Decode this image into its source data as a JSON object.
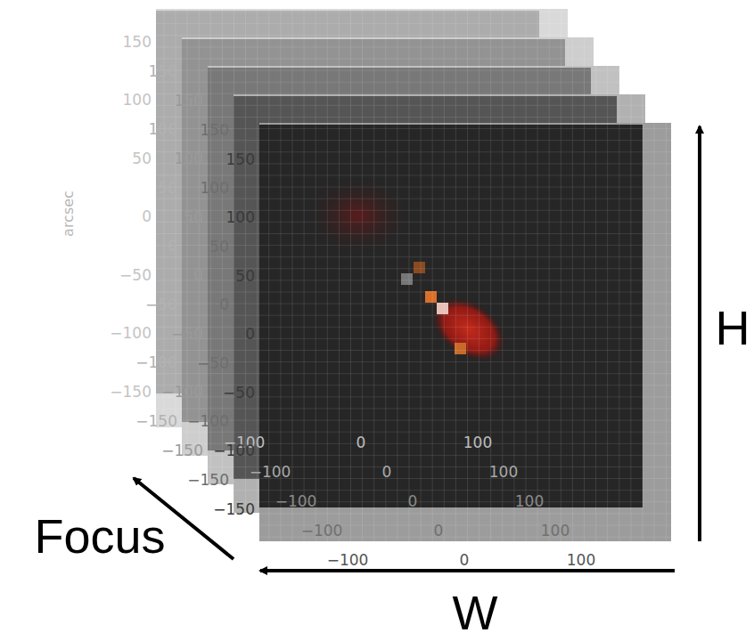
{
  "diagram": {
    "labels": [
      "150",
      "100",
      "50",
      "0",
      "−50",
      "−100",
      "−150",
      "−100",
      "0",
      "100",
      "150",
      "100",
      "50",
      "0",
      "−50",
      "−100",
      "−150",
      "−100",
      "0",
      "100",
      "150",
      "100",
      "50",
      "0",
      "−50",
      "−100",
      "−150",
      "−100",
      "0",
      "100",
      "150",
      "100",
      "50",
      "0",
      "−50",
      "−100",
      "−150",
      "−100",
      "0",
      "100",
      "150",
      "100",
      "50",
      "0",
      "−50",
      "−100",
      "−150",
      "−100",
      "0",
      "100",
      "arcsec",
      "Focus",
      "W",
      "H"
    ]
  }
}
